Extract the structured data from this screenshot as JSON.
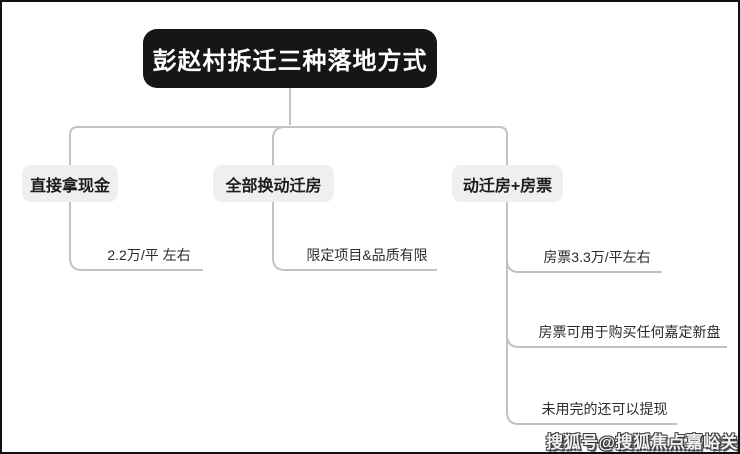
{
  "diagram": {
    "root_label": "彭赵村拆迁三种落地方式",
    "branches": [
      {
        "label": "直接拿现金",
        "children": [
          {
            "label": "2.2万/平 左右"
          }
        ]
      },
      {
        "label": "全部换动迁房",
        "children": [
          {
            "label": "限定项目&品质有限"
          }
        ]
      },
      {
        "label": "动迁房+房票",
        "children": [
          {
            "label": "房票3.3万/平左右"
          },
          {
            "label": "房票可用于购买任何嘉定新盘"
          },
          {
            "label": "未用完的还可以提现"
          }
        ]
      }
    ],
    "colors": {
      "root_bg": "#161616",
      "root_text": "#ffffff",
      "branch_bg": "#efefef",
      "branch_text": "#1c1c1c",
      "line": "#c2c2c2",
      "canvas_border": "#111111"
    }
  },
  "watermark": {
    "text": "搜狐号@搜狐焦点嘉峪关站"
  }
}
